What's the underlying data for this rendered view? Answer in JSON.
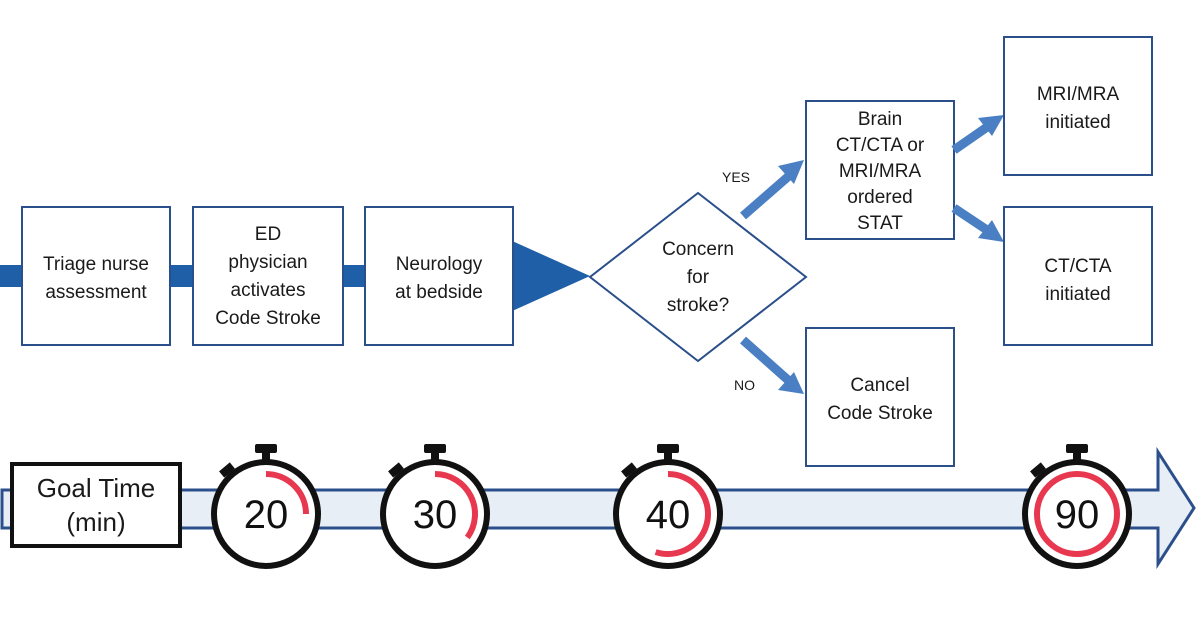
{
  "flow": {
    "triage": [
      "Triage nurse",
      "assessment"
    ],
    "ed_physician": [
      "ED",
      "physician",
      "activates",
      "Code Stroke"
    ],
    "neurology": [
      "Neurology",
      "at bedside"
    ],
    "decision": [
      "Concern",
      "for",
      "stroke?"
    ],
    "yes_label": "YES",
    "no_label": "NO",
    "imaging_order": [
      "Brain",
      "CT/CTA or",
      "MRI/MRA",
      "ordered",
      "STAT"
    ],
    "mri_initiated": [
      "MRI/MRA",
      "initiated"
    ],
    "ct_initiated": [
      "CT/CTA",
      "initiated"
    ],
    "cancel": [
      "Cancel",
      "Code Stroke"
    ]
  },
  "timeline": {
    "goal_label": [
      "Goal Time",
      "(min)"
    ],
    "timers": [
      {
        "minutes": "20",
        "fraction": 0.25
      },
      {
        "minutes": "30",
        "fraction": 0.35
      },
      {
        "minutes": "40",
        "fraction": 0.55
      },
      {
        "minutes": "90",
        "fraction": 1.0
      }
    ]
  },
  "colors": {
    "box_border": "#2a4f8a",
    "arrow": "#4a7fc4",
    "main_bar": "#1f5fa8",
    "timer_ring": "#e8384f"
  }
}
